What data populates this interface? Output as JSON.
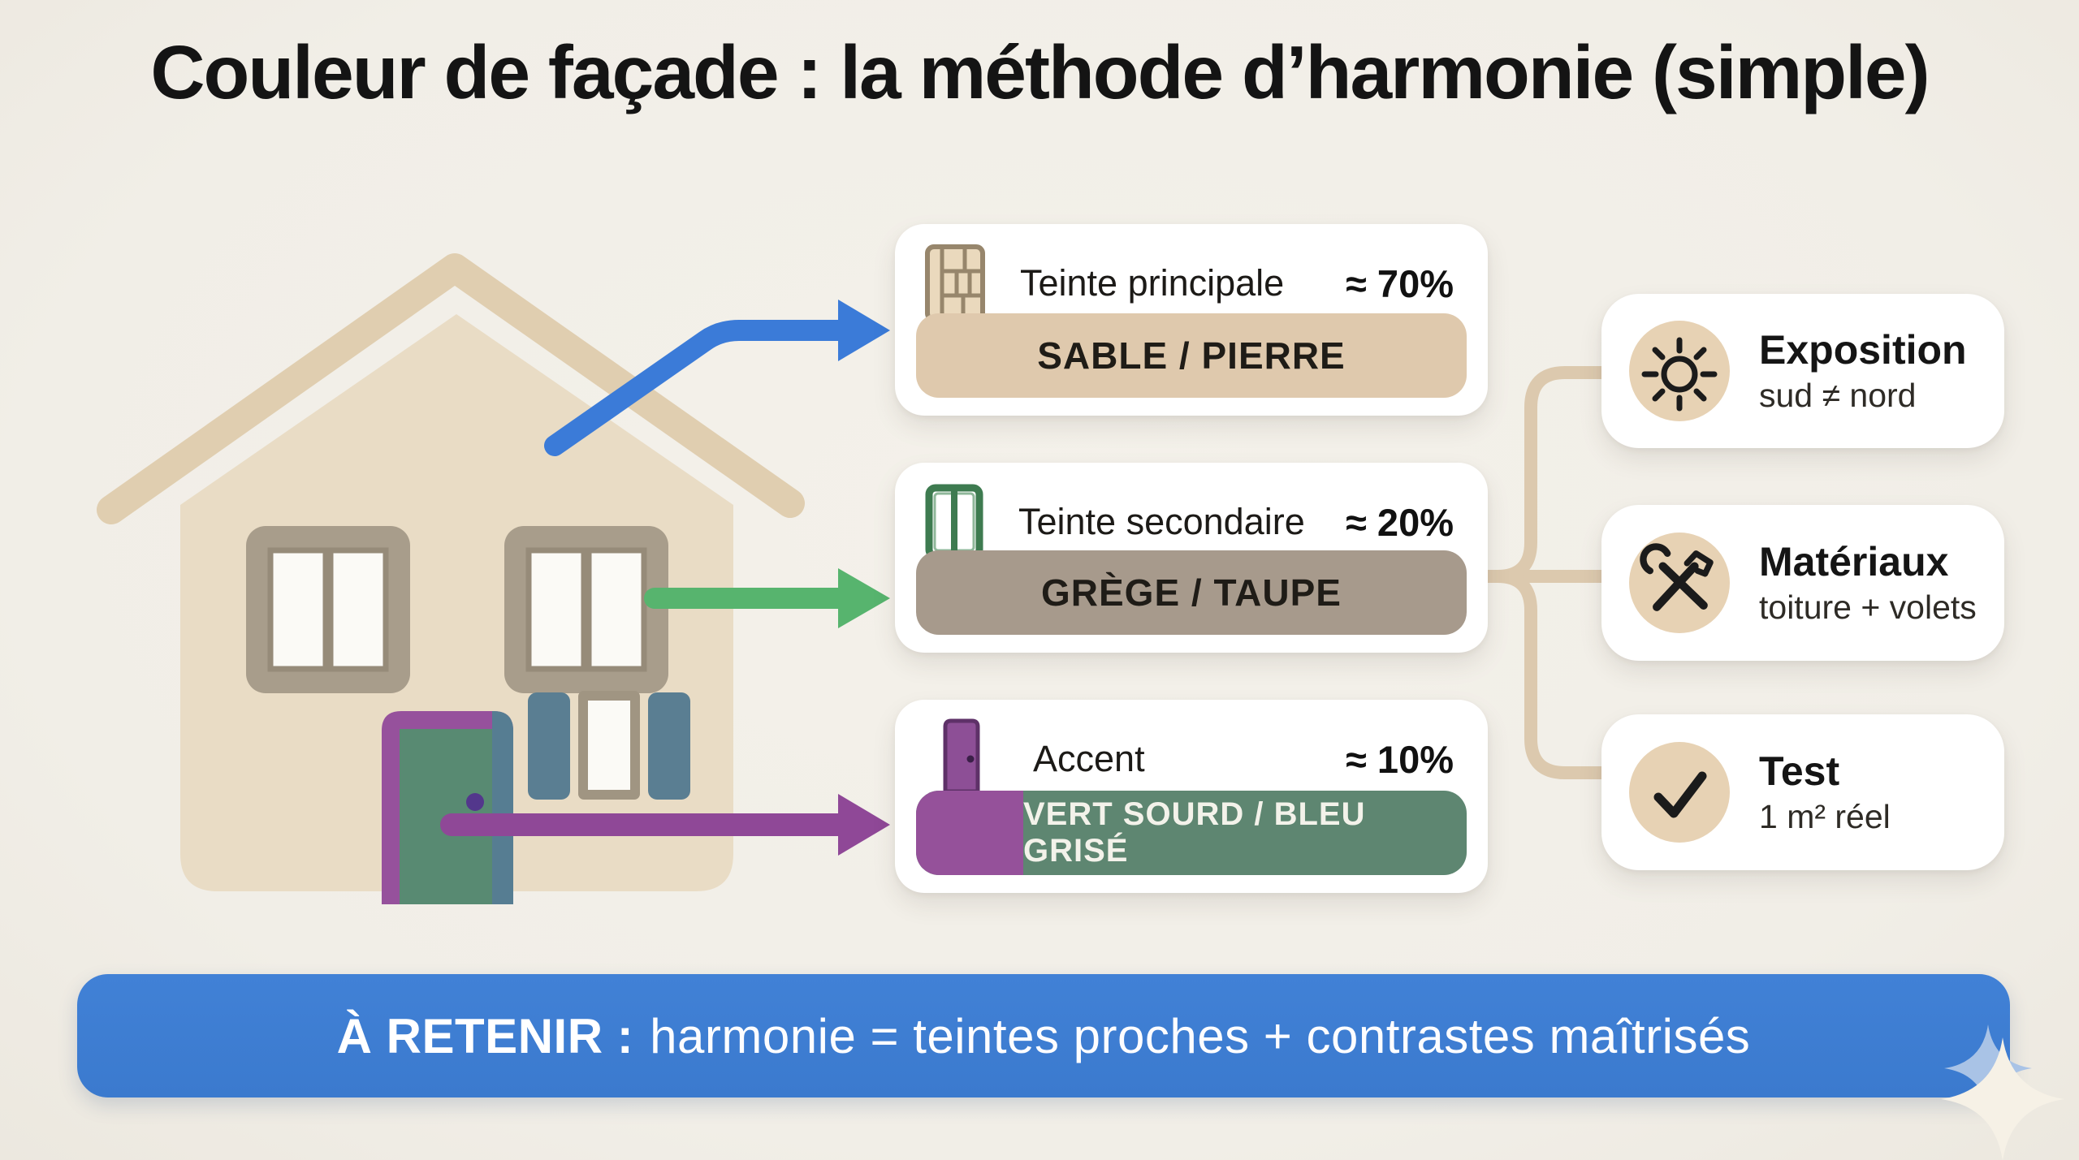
{
  "title": "Couleur de façade : la méthode d’harmonie (simple)",
  "tint_cards": [
    {
      "icon": "brick-wall-icon",
      "label": "Teinte principale",
      "share": "≈ 70%",
      "swatch_label": "SABLE / PIERRE",
      "swatch_color": "#dfc9ad",
      "arrow_color": "#3b7bd8"
    },
    {
      "icon": "window-icon",
      "label": "Teinte secondaire",
      "share": "≈ 20%",
      "swatch_label": "GRÈGE / TAUPE",
      "swatch_color": "#a79a8c",
      "arrow_color": "#57b46e"
    },
    {
      "icon": "door-icon",
      "label": "Accent",
      "share": "≈ 10%",
      "swatch_label": "VERT SOURD / BLEU GRISÉ",
      "swatch_color": "#5e8671",
      "swatch_accent_color": "#95519a",
      "arrow_color": "#8f4897"
    }
  ],
  "factor_cards": [
    {
      "icon": "sun-icon",
      "title": "Exposition",
      "subtitle": "sud ≠ nord"
    },
    {
      "icon": "tools-icon",
      "title": "Matériaux",
      "subtitle": "toiture + volets"
    },
    {
      "icon": "check-icon",
      "title": "Test",
      "subtitle": "1 m² réel"
    }
  ],
  "banner": {
    "lead": "À RETENIR :",
    "rest": "harmonie = teintes proches + contrastes maîtrisés",
    "color": "#3e7dd2"
  },
  "colors": {
    "background": "#f2efe8",
    "house_facade": "#e9dcc5",
    "roof": "#e0ceb0",
    "window_frame": "#a89d8b",
    "shutters": "#5a7e92",
    "door_green": "#588a72",
    "door_frame_purple": "#96519c",
    "connector": "#dcc9ae",
    "sparkle_blue": "#a9c3e6",
    "factor_icon_circle": "#e7d2b4"
  }
}
